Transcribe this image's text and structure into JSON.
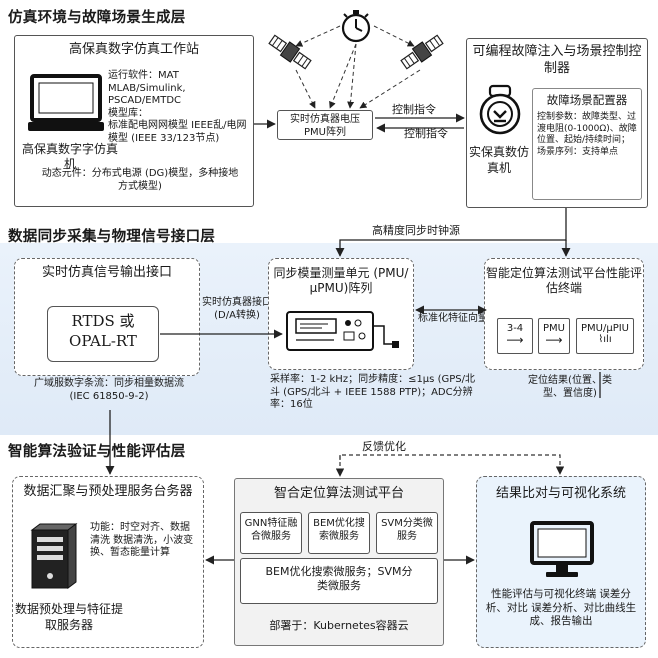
{
  "layer1": {
    "title": "仿真环境与故障场景生成层",
    "workstation": {
      "title": "高保真数字仿真工作站",
      "caption": "高保真数字字仿真机",
      "software_label": "运行软件：MAT MLAB/Simulink, PSCAD/EMTDC",
      "model_label": "模型库：",
      "model_text": "标准配电网网模型 IEEE乱/电网模型 (IEEE 33/123节点)",
      "dynamic_label": "动态元件：分布式电源 (DG)模型，多种接地方式模型)"
    },
    "center_box": "实时仿真器电压 PMU阵列",
    "control_cmd_1": "控制指令",
    "control_cmd_2": "控制指令",
    "fault_injection": {
      "title": "可编程故障注入与场景控制控制器",
      "caption": "实保真数仿真机",
      "config_title": "故障场景配置器",
      "config_text": "控制参数：故障类型、过渡电阻(0-1000Ω)、故障位置、起始/持续时间；场景序列：支持单点"
    }
  },
  "clock_source": "高精度同步时钟源",
  "layer2": {
    "title": "数据同步采集与物理信号接口层",
    "output_iface": {
      "title": "实时仿真信号输出接口",
      "device": "RTDS 或 OPAL-RT",
      "note": "广域服数字条流：同步相量数据流 (IEC 61850-9-2)"
    },
    "sim_iface_label": "实时仿真器接口 (D/A转换)",
    "pmu": {
      "title": "同步模量测量单元 (PMU/μPMU)阵列",
      "specs": "采样率：1-2 kHz；同步精度：≤1μs (GPS/北斗 (GPS/北斗 + IEEE 1588 PTP)；ADC分辨率：16位"
    },
    "feature_vector": "标准化特征向量",
    "terminal": {
      "title": "智能定位算法测试平台性能评估终端",
      "btn_1": "3-4",
      "btn_2": "PMU",
      "btn_3": "PMU/μPIU",
      "result": "定位结果(位置、类型、置信度)"
    }
  },
  "feedback_label": "反馈优化",
  "layer3": {
    "title": "智能算法验证与性能评估层",
    "preprocess": {
      "title": "数据汇聚与预处理服务台务器",
      "functions": "功能：时空对齐、数据清洗 数据清洗，小波变换、暂态能量计算",
      "caption": "数据预处理与特征提取服务器"
    },
    "platform": {
      "title": "智合定位算法测试平台",
      "service_1": "GNN特征融合微服务",
      "service_2": "BEM优化搜索微服务",
      "service_3": "SVM分类微服务",
      "combined": "BEM优化搜索微服务；SVM分类微服务",
      "deploy": "部署于：Kubernetes容器云"
    },
    "viz": {
      "title": "结果比对与可视化系统",
      "caption": "性能评估与可视化终端 误差分析、对比 误差分析、对比曲线生成、报告输出"
    }
  }
}
